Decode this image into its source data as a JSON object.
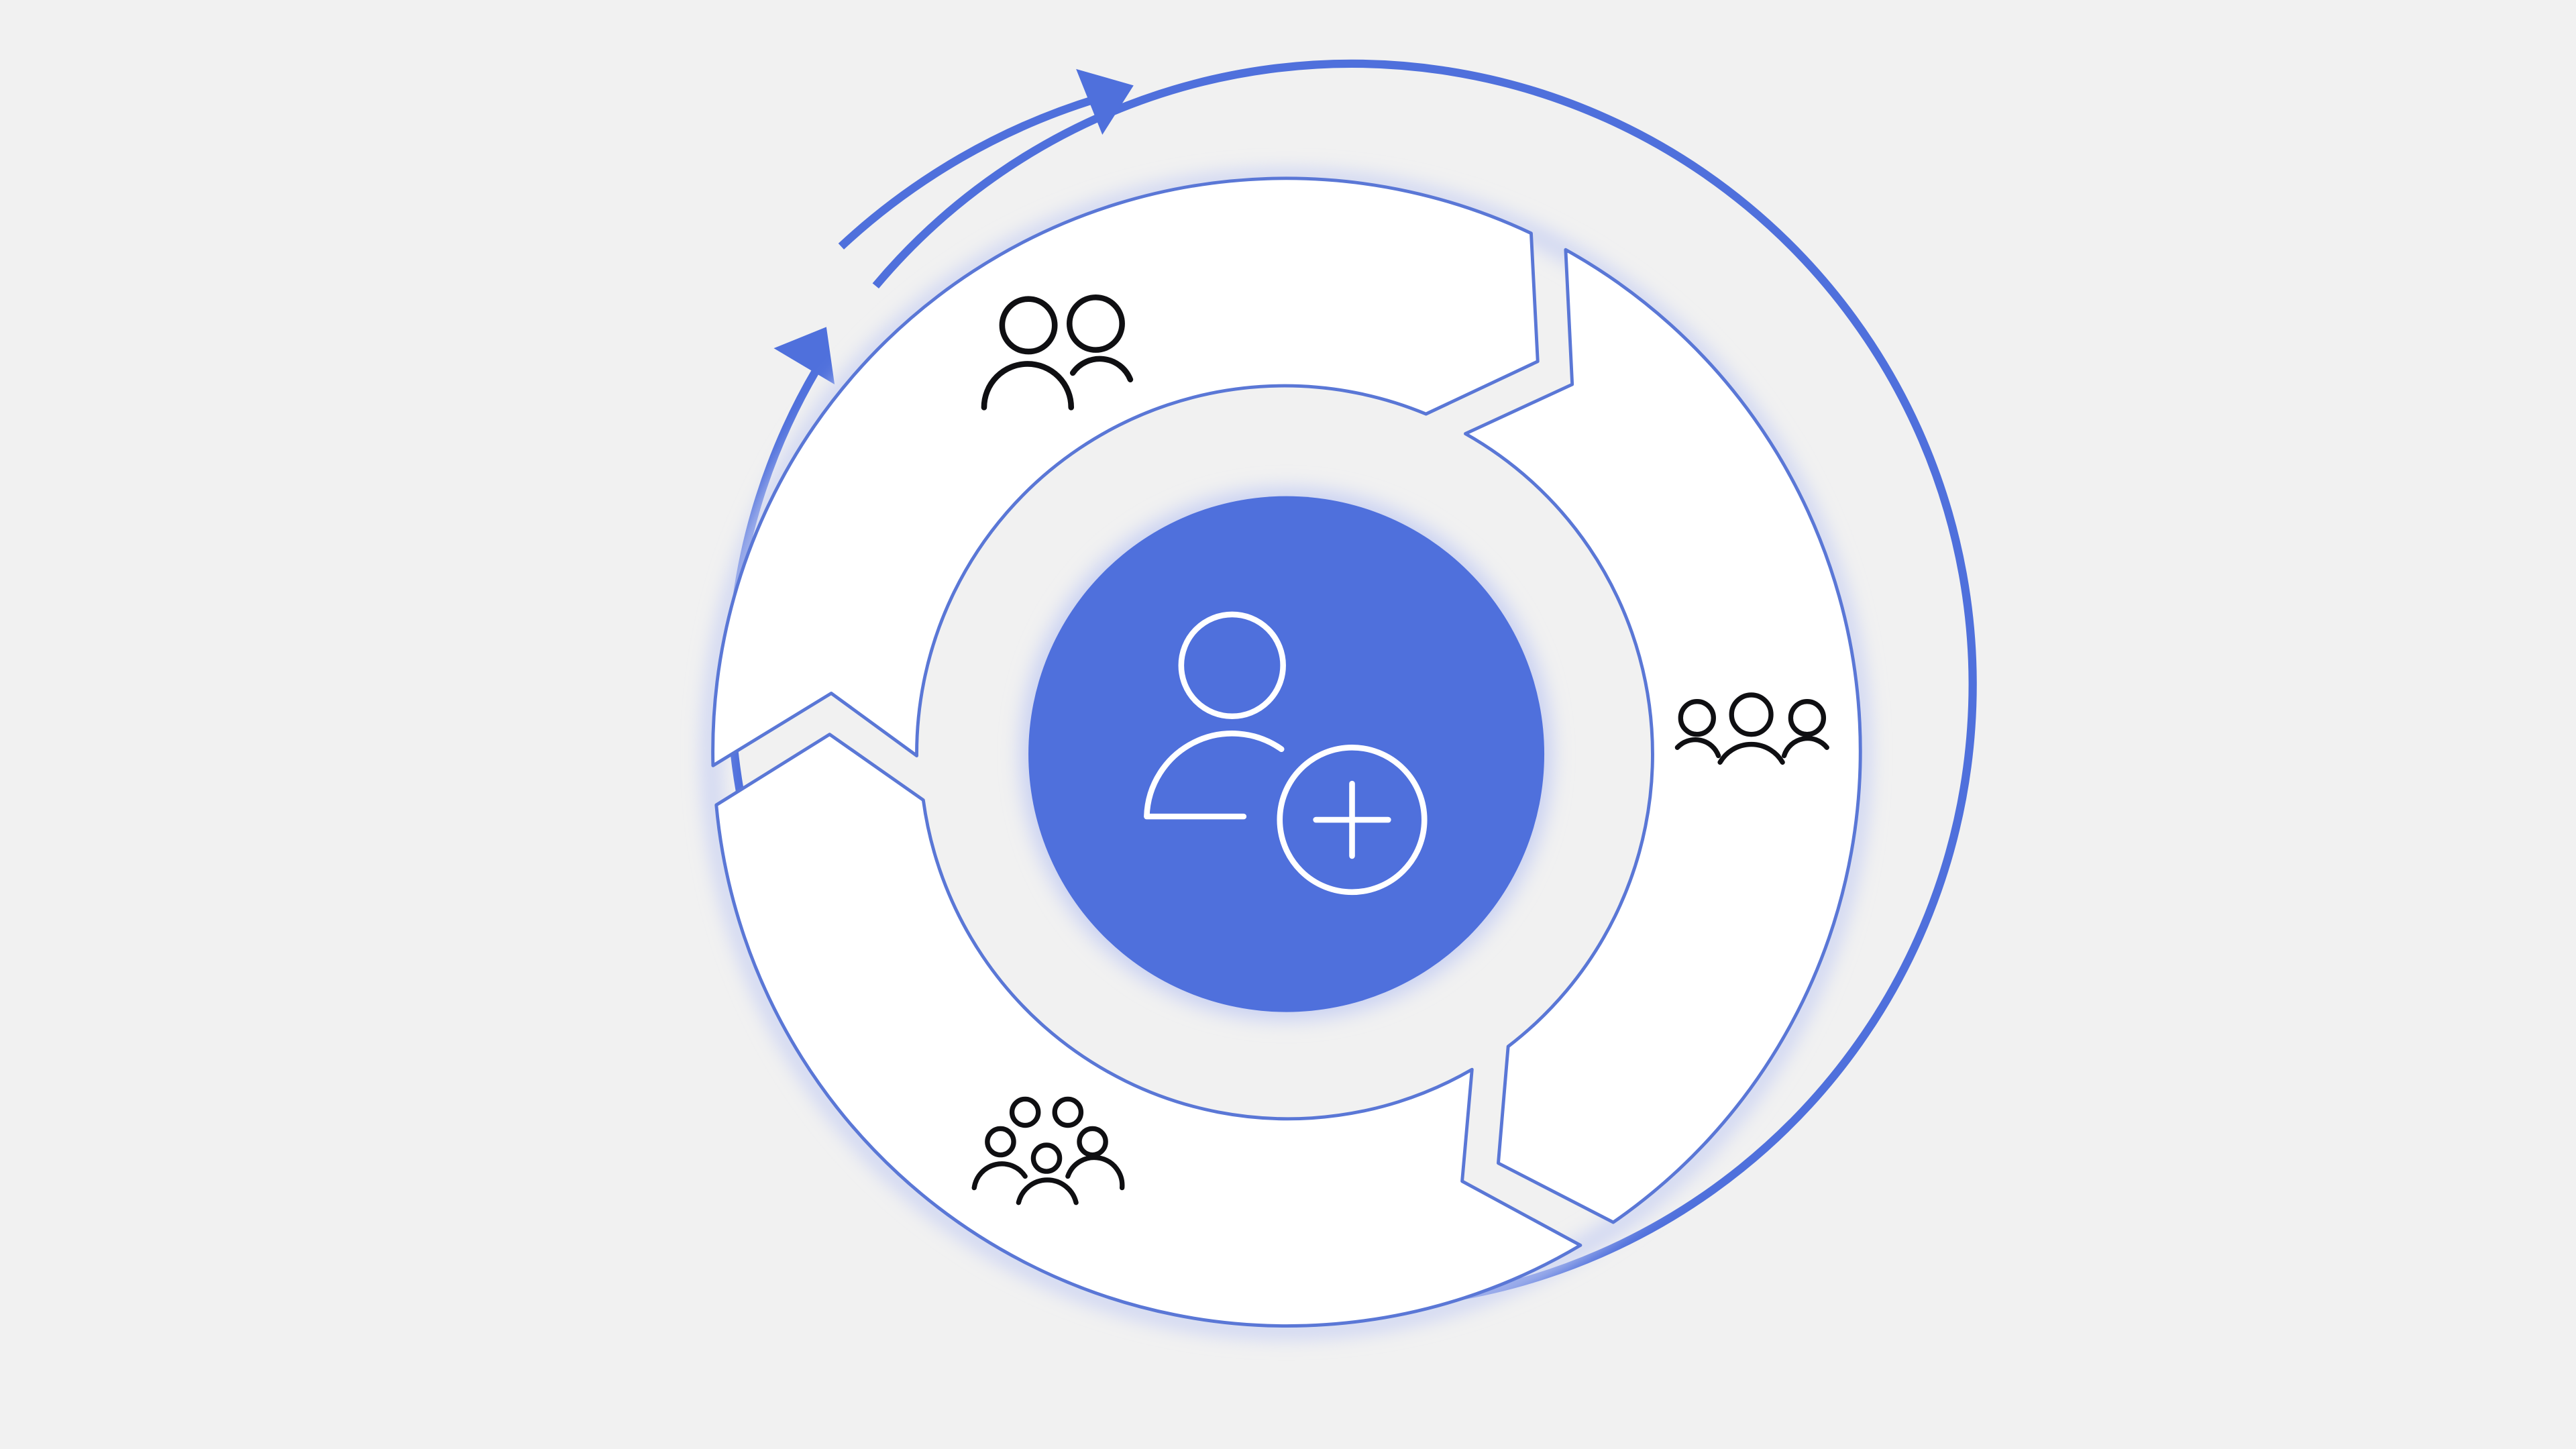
{
  "colors": {
    "background": "#f1f1f1",
    "accent": "#4f70dc",
    "segment_fill": "#ffffff",
    "segment_stroke": "#5a77d6",
    "glow": "#c9d1f3",
    "icon_dark": "#0f0f12",
    "icon_light": "#ffffff"
  },
  "diagram": {
    "type": "cycle",
    "direction": "clockwise",
    "center": {
      "icon": "add-user-icon"
    },
    "segments": [
      {
        "id": "top",
        "icon": "two-people-icon"
      },
      {
        "id": "right",
        "icon": "three-people-icon"
      },
      {
        "id": "bottom-left",
        "icon": "group-of-people-icon"
      }
    ],
    "arrows": [
      {
        "id": "left-arc-arrow",
        "icon": "arrowhead-icon"
      },
      {
        "id": "top-arc-arrow",
        "icon": "arrowhead-icon"
      }
    ]
  }
}
